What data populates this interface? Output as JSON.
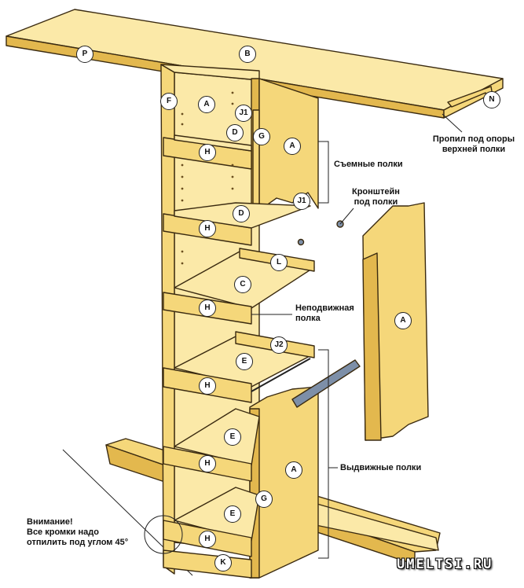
{
  "colors": {
    "wood": "#f5d77a",
    "wood_light": "#fbe9a8",
    "wood_dark": "#e3b84e",
    "outline": "#3a2a10",
    "metal": "#7d8fa8"
  },
  "callouts": {
    "P": "P",
    "B": "B",
    "N": "N",
    "F": "F",
    "A1": "A",
    "A2": "A",
    "A3": "A",
    "A4": "A",
    "J1a": "J1",
    "J1b": "J1",
    "J2": "J2",
    "D1": "D",
    "D2": "D",
    "G1": "G",
    "G2": "G",
    "H1": "H",
    "H2": "H",
    "H3": "H",
    "H4": "H",
    "H5": "H",
    "H6": "H",
    "L": "L",
    "C": "C",
    "E1": "E",
    "E2": "E",
    "E3": "E",
    "K": "K"
  },
  "labels": {
    "saw_kerf_1": "Пропил под опоры",
    "saw_kerf_2": "верхней полки",
    "removable_shelves": "Съемные полки",
    "bracket_1": "Кронштейн",
    "bracket_2": "под полки",
    "fixed_shelf_1": "Неподвижная",
    "fixed_shelf_2": "полка",
    "drawer_shelves": "Выдвижные полки",
    "warning_1": "Внимание!",
    "warning_2": "Все кромки надо",
    "warning_3": "отпилить под углом 45°"
  },
  "watermark": "UMELTSI.RU"
}
